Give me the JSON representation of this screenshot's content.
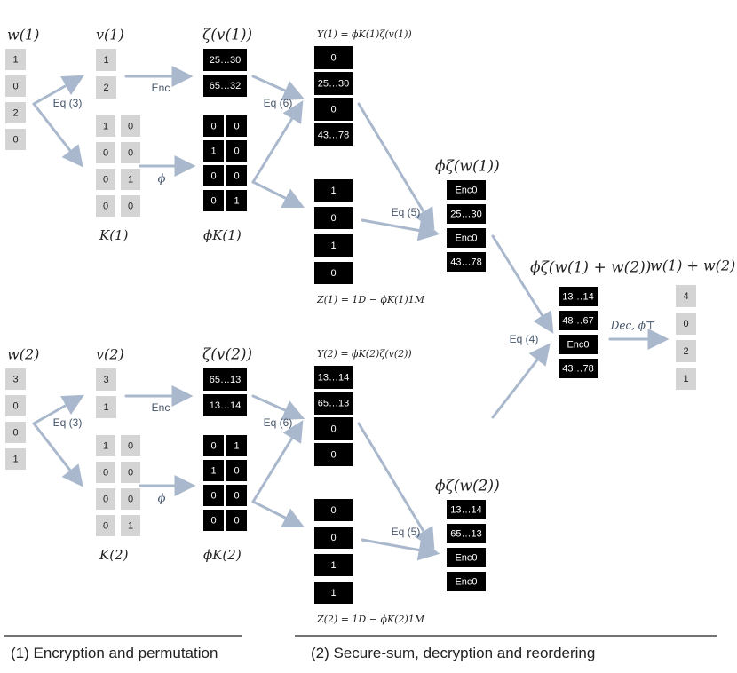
{
  "colors": {
    "gray_cell": "#d4d4d4",
    "black_cell": "#000000",
    "arrow": "#a9b8cc",
    "label": "#44546a",
    "text_dark": "#222222",
    "text_light": "#ffffff"
  },
  "sections": {
    "left_caption": "(1) Encryption and permutation",
    "right_caption": "(2) Secure-sum, decryption and reordering"
  },
  "top": {
    "w_title": "w(1)",
    "w_values": [
      "1",
      "0",
      "2",
      "0"
    ],
    "v_title": "v(1)",
    "v_values": [
      "1",
      "2"
    ],
    "K_matrix": [
      [
        "1",
        "0"
      ],
      [
        "0",
        "0"
      ],
      [
        "0",
        "1"
      ],
      [
        "0",
        "0"
      ]
    ],
    "K_label": "K(1)",
    "zeta_title": "ζ(v(1))",
    "zeta_values": [
      "25…30",
      "65…32"
    ],
    "phiK_matrix": [
      [
        "0",
        "0"
      ],
      [
        "1",
        "0"
      ],
      [
        "0",
        "0"
      ],
      [
        "0",
        "1"
      ]
    ],
    "phiK_label": "ϕK(1)",
    "Y_title": "Y(1) = ϕK(1)ζ(v(1))",
    "Y_values": [
      "0",
      "25…30",
      "0",
      "43…78"
    ],
    "Z_values": [
      "1",
      "0",
      "1",
      "0"
    ],
    "Z_label": "Z(1) = 1D − ϕK(1)1M",
    "result_title": "ϕζ(w(1))",
    "result_values": [
      "Enc0",
      "25…30",
      "Enc0",
      "43…78"
    ],
    "labels": {
      "eq3": "Eq (3)",
      "enc": "Enc",
      "phi": "ϕ",
      "eq6": "Eq (6)",
      "eq5": "Eq (5)"
    }
  },
  "bottom": {
    "w_title": "w(2)",
    "w_values": [
      "3",
      "0",
      "0",
      "1"
    ],
    "v_title": "v(2)",
    "v_values": [
      "3",
      "1"
    ],
    "K_matrix": [
      [
        "1",
        "0"
      ],
      [
        "0",
        "0"
      ],
      [
        "0",
        "0"
      ],
      [
        "0",
        "1"
      ]
    ],
    "K_label": "K(2)",
    "zeta_title": "ζ(v(2))",
    "zeta_values": [
      "65…13",
      "13…14"
    ],
    "phiK_matrix": [
      [
        "0",
        "1"
      ],
      [
        "1",
        "0"
      ],
      [
        "0",
        "0"
      ],
      [
        "0",
        "0"
      ]
    ],
    "phiK_label": "ϕK(2)",
    "Y_title": "Y(2) = ϕK(2)ζ(v(2))",
    "Y_values": [
      "13…14",
      "65…13",
      "0",
      "0"
    ],
    "Z_values": [
      "0",
      "0",
      "1",
      "1"
    ],
    "Z_label": "Z(2) = 1D − ϕK(2)1M",
    "result_title": "ϕζ(w(2))",
    "result_values": [
      "13…14",
      "65…13",
      "Enc0",
      "Enc0"
    ],
    "labels": {
      "eq3": "Eq (3)",
      "enc": "Enc",
      "phi": "ϕ",
      "eq6": "Eq (6)",
      "eq5": "Eq (5)"
    }
  },
  "merge": {
    "sum_title": "ϕζ(w(1) + w(2))",
    "sum_values": [
      "13…14",
      "48…67",
      "Enc0",
      "43…78"
    ],
    "final_title": "w(1) + w(2)",
    "final_values": [
      "4",
      "0",
      "2",
      "1"
    ],
    "eq4": "Eq (4)",
    "dec": "Dec, ϕ⊤"
  }
}
